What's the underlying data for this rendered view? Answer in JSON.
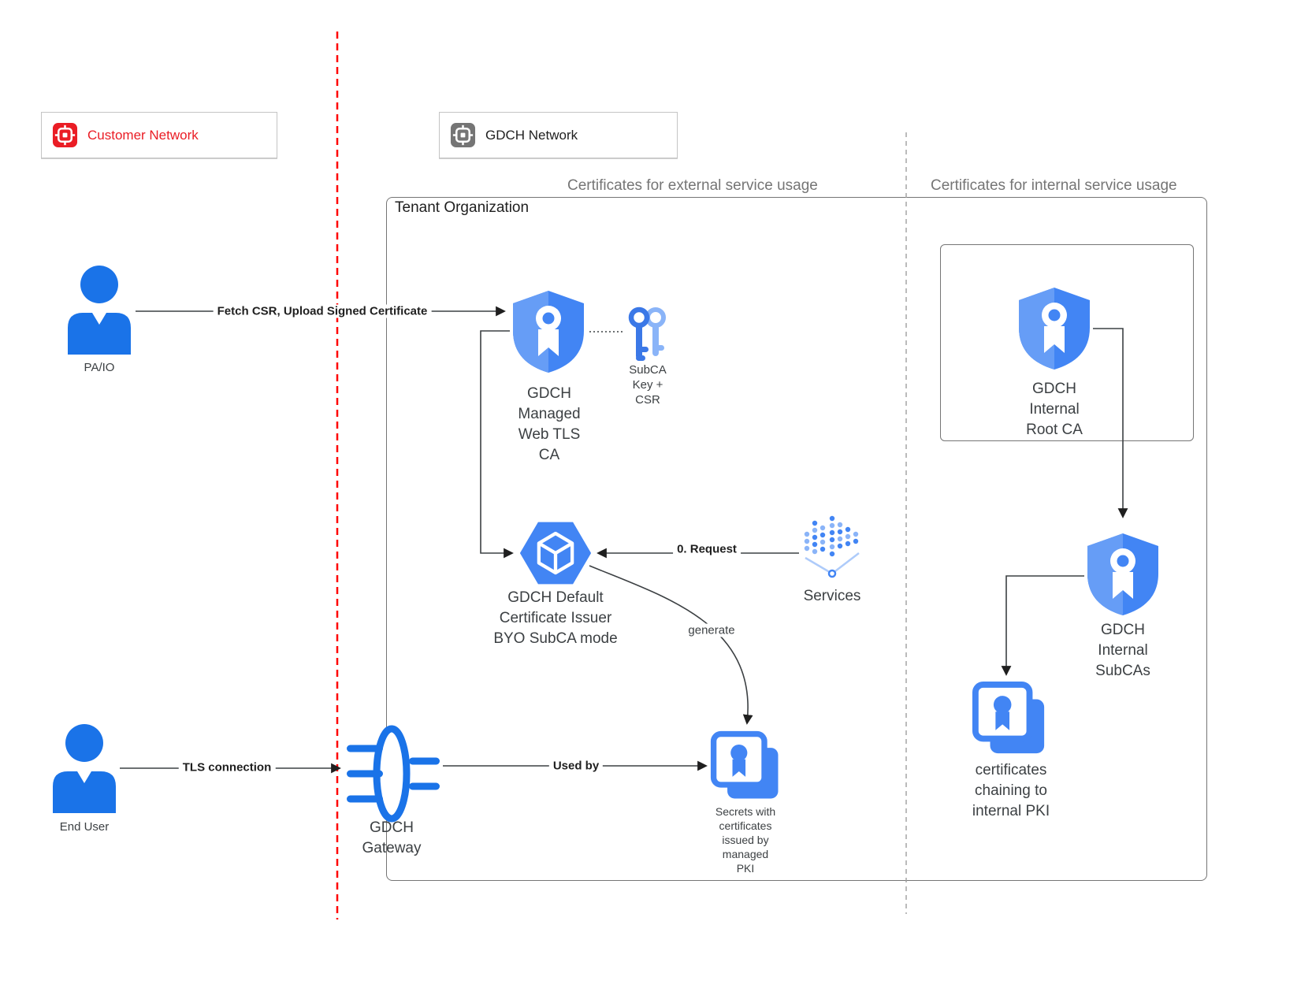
{
  "colors": {
    "blue": "#4285f4",
    "blue_dark": "#1a73e8",
    "blue_light": "#8ab4f8",
    "blue_pale": "#aecbfa",
    "customer_red": "#ea1d25",
    "red_line": "#ff0000",
    "gray_line": "#9e9e9e",
    "header_gray": "#757575",
    "label_gray": "#3c4043"
  },
  "legend": {
    "customer": {
      "label": "Customer Network"
    },
    "gdch": {
      "label": "GDCH Network"
    }
  },
  "sections": {
    "external": "Certificates for external service usage",
    "internal": "Certificates for internal service usage",
    "tenant": "Tenant Organization"
  },
  "nodes": {
    "pa_io": {
      "label": "PA/IO"
    },
    "managed_ca": {
      "label": "GDCH\nManaged\nWeb TLS\nCA"
    },
    "subca_key": {
      "label": "SubCA\nKey +\nCSR"
    },
    "cert_issuer": {
      "label": "GDCH Default\nCertificate Issuer\nBYO SubCA mode"
    },
    "services": {
      "label": "Services"
    },
    "secrets": {
      "label": "Secrets with\ncertificates\nissued by\nmanaged\nPKI"
    },
    "end_user": {
      "label": "End User"
    },
    "gateway": {
      "label": "GDCH\nGateway"
    },
    "internal_root_ca": {
      "label": "GDCH\nInternal\nRoot CA"
    },
    "internal_subcas": {
      "label": "GDCH\nInternal\nSubCAs"
    },
    "chaining_certs": {
      "label": "certificates\nchaining to\ninternal PKI"
    }
  },
  "edges": {
    "fetch_csr": {
      "label": "Fetch CSR, Upload Signed Certificate"
    },
    "request": {
      "label": "0. Request"
    },
    "generate": {
      "label": "generate"
    },
    "tls": {
      "label": "TLS connection"
    },
    "used_by": {
      "label": "Used by"
    }
  }
}
